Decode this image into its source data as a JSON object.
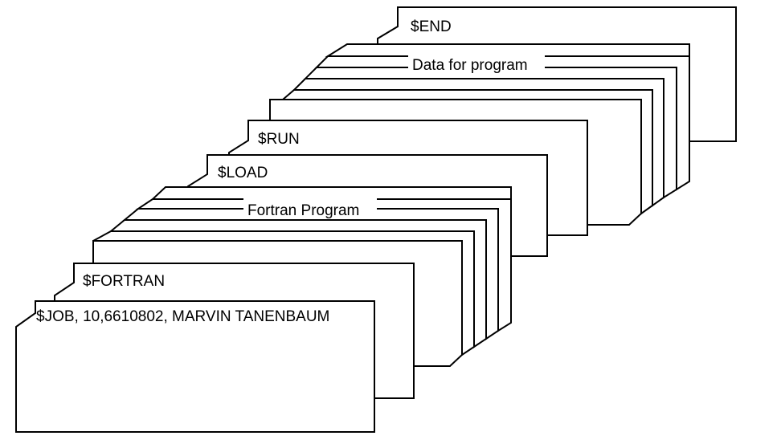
{
  "diagram": {
    "cards": {
      "end": "$END",
      "data_group": "Data for program",
      "run": "$RUN",
      "load": "$LOAD",
      "fortran_group": "Fortran Program",
      "fortran": "$FORTRAN",
      "job": "$JOB, 10,6610802, MARVIN TANENBAUM"
    }
  }
}
